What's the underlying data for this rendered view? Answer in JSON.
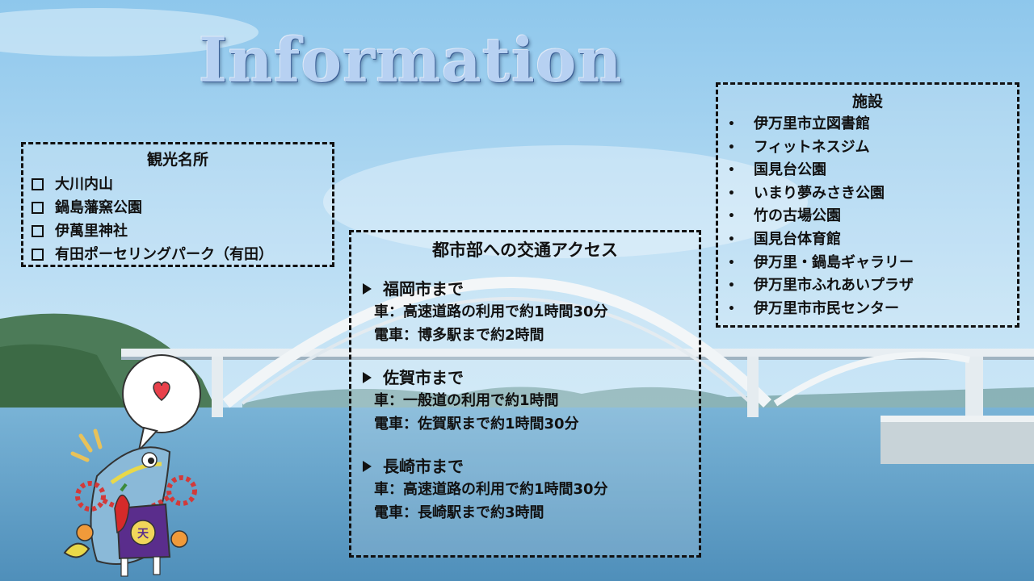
{
  "title": "Information",
  "sightseeing": {
    "heading": "観光名所",
    "items": [
      "大川内山",
      "鍋島藩窯公園",
      "伊萬里神社",
      "有田ポーセリングパーク（有田）"
    ]
  },
  "access": {
    "heading": "都市部への交通アクセス",
    "destinations": [
      {
        "title": "福岡市まで",
        "lines": [
          "車：高速道路の利用で約1時間30分",
          "電車：博多駅まで約2時間"
        ]
      },
      {
        "title": "佐賀市まで",
        "lines": [
          "車：一般道の利用で約1時間",
          "電車：佐賀駅まで約1時間30分"
        ]
      },
      {
        "title": "長崎市まで",
        "lines": [
          "車：高速道路の利用で約1時間30分",
          "電車：長崎駅まで約3時間"
        ]
      }
    ]
  },
  "facilities": {
    "heading": "施設",
    "items": [
      "伊万里市立図書館",
      "フィットネスジム",
      "国見台公園",
      "いまり夢みさき公園",
      "竹の古場公園",
      "国見台体育館",
      "伊万里・鍋島ギャラリー",
      "伊万里市ふれあいプラザ",
      "伊万里市市民センター"
    ]
  },
  "icons": {
    "bullet_square": "square-bullet-icon",
    "bullet_arrow": "arrow-bullet-icon",
    "bullet_dot": "dot-bullet-icon"
  },
  "colors": {
    "sky": "#a9d4f0",
    "water": "#5f9fc4",
    "title_fill": "#b7d1f2"
  }
}
